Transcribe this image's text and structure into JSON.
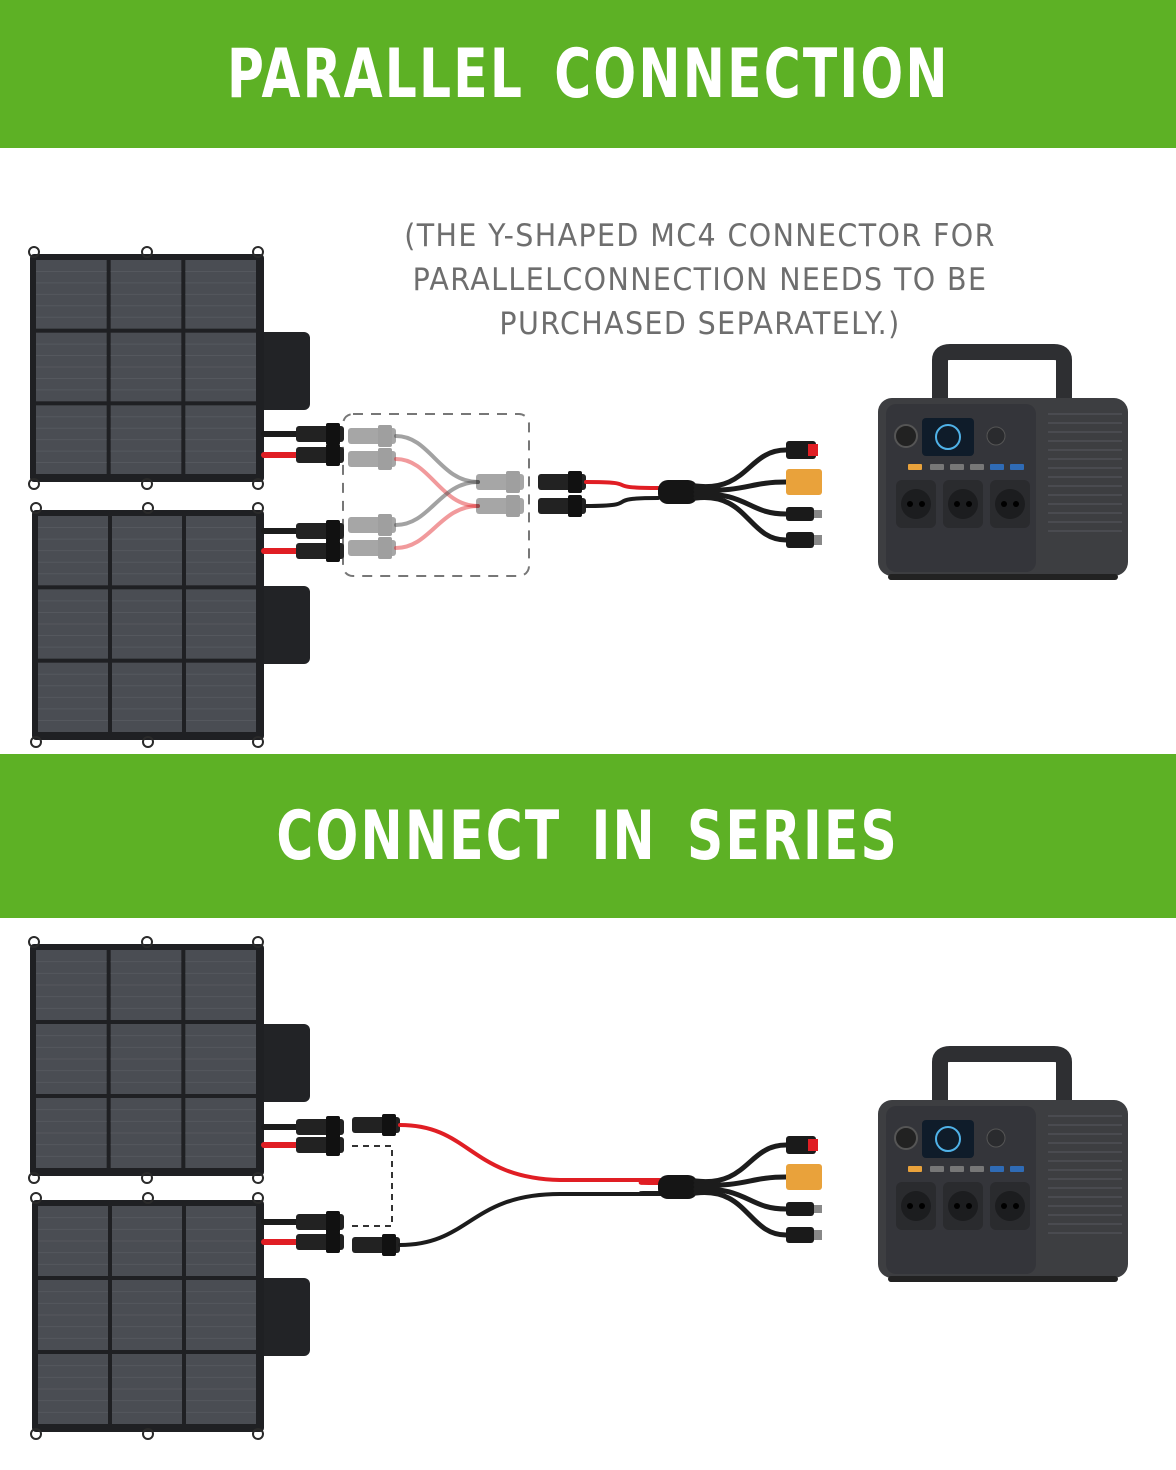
{
  "sections": {
    "top": {
      "title": "PARALLEL CONNECTION",
      "note_lines": [
        "(THE Y-SHAPED MC4 CONNECTOR FOR",
        "PARALLELCONNECTION NEEDS TO BE",
        "PURCHASED SEPARATELY.)"
      ]
    },
    "bottom": {
      "title": "CONNECT IN SERIES"
    }
  },
  "colors": {
    "banner_green": "#5db125",
    "panel_dark": "#34363a",
    "cell": "#4a4d53",
    "cable_red": "#e01e24",
    "cable_black": "#1c1c1c",
    "station_body": "#3d3e41",
    "xt60_yellow": "#e9a23b"
  },
  "icons": [
    "solar-panel-icon",
    "mc4-connector-icon",
    "y-branch-connector-icon",
    "multi-output-cable-icon",
    "power-station-icon"
  ]
}
